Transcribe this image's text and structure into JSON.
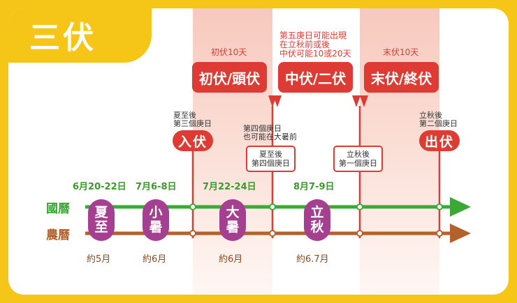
{
  "title": "三伏",
  "rows": {
    "gregorian": "國曆",
    "lunar": "農曆"
  },
  "boxes": {
    "chufu": "初伏/頭伏",
    "zhongfu": "中伏/二伏",
    "mofu": "末伏/終伏"
  },
  "notes": {
    "chufu_days": "初伏10天",
    "zhongfu_line1": "第五庚日可能出現",
    "zhongfu_line2": "在立秋前或後",
    "zhongfu_line3": "中伏可能10或20天",
    "mofu_days": "末伏10天",
    "rufu_line1": "夏至後",
    "rufu_line2": "第三個庚日",
    "chufu_out_line1": "立秋後",
    "chufu_out_line2": "第二個庚日",
    "dashu_line1": "第四個庚日",
    "dashu_line2": "也可能在大暑前"
  },
  "pills": {
    "rufu": "入伏",
    "chufu_end": "出伏"
  },
  "outlined": {
    "summer_4th_line1": "夏至後",
    "summer_4th_line2": "第四個庚日",
    "autumn_1st_line1": "立秋後",
    "autumn_1st_line2": "第一個庚日"
  },
  "terms": [
    {
      "c1": "夏",
      "c2": "至",
      "date": "6月20-22日",
      "approx": "約5月"
    },
    {
      "c1": "小",
      "c2": "暑",
      "date": "7月6-8日",
      "approx": "約6月"
    },
    {
      "c1": "大",
      "c2": "暑",
      "date": "7月22-24日",
      "approx": "約6月"
    },
    {
      "c1": "立",
      "c2": "秋",
      "date": "8月7-9日",
      "approx": "約6.7月"
    }
  ],
  "colors": {
    "background": "#f5c518",
    "red": "#dd3b33",
    "green": "#3aa935",
    "brown": "#b5612b",
    "purple": "#a53f8f"
  }
}
